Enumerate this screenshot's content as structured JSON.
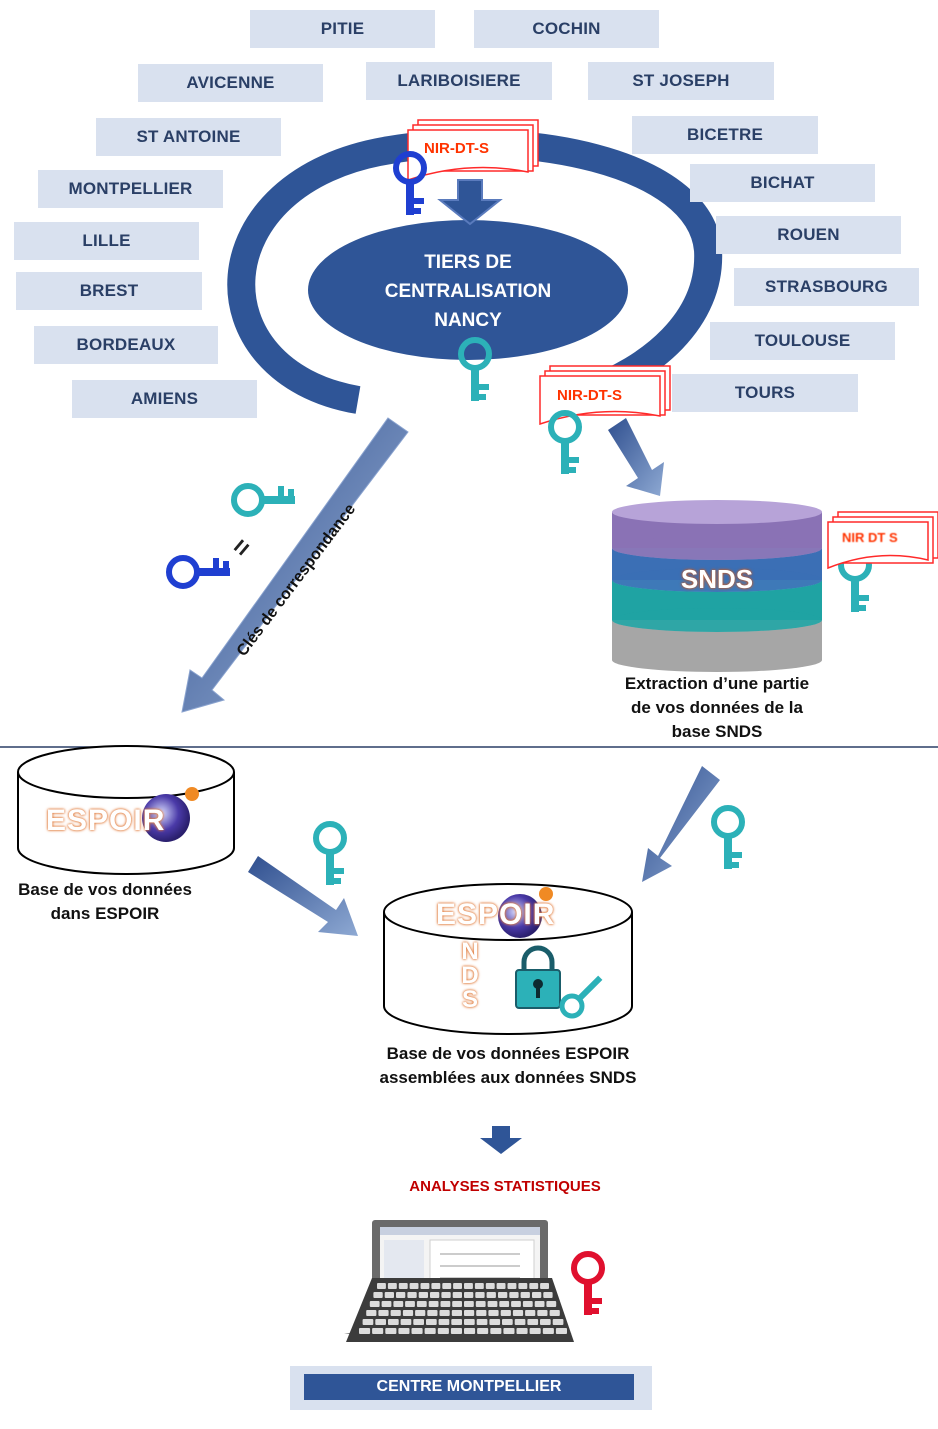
{
  "centers": [
    "PITIE",
    "COCHIN",
    "AVICENNE",
    "LARIBOISIERE",
    "ST JOSEPH",
    "ST ANTOINE",
    "BICETRE",
    "MONTPELLIER",
    "BICHAT",
    "LILLE",
    "ROUEN",
    "BREST",
    "STRASBOURG",
    "BORDEAUX",
    "TOULOUSE",
    "AMIENS",
    "TOURS"
  ],
  "nir_label": "NIR-DT-S",
  "nir_label_blurred": "NIR DT S",
  "tiers": {
    "line1": "TIERS DE",
    "line2": "CENTRALISATION",
    "line3": "NANCY"
  },
  "cles_label": "Clés de correspondance",
  "equals": "=",
  "snds_db": {
    "label": "SNDS"
  },
  "extraction_caption": {
    "line1": "Extraction d’une partie",
    "line2": "de vos données de la",
    "line3": "base SNDS"
  },
  "espoir_logo": "ESPOIR",
  "espoir_caption": {
    "line1": "Base de vos données",
    "line2": "dans ESPOIR"
  },
  "merged_letters": [
    "N",
    "D",
    "S"
  ],
  "merged_caption": {
    "line1": "Base de vos données ESPOIR",
    "line2": "assemblées aux données SNDS"
  },
  "analyses": "ANALYSES STATISTIQUES",
  "centre_montpellier": "CENTRE MONTPELLIER",
  "colors": {
    "navy": "#2f5597",
    "teal": "#2cb1b8",
    "blue_key": "#1f3fd1",
    "red_key": "#e0102e",
    "center_bg": "#d9e1ef",
    "analyses_red": "#c00000"
  }
}
